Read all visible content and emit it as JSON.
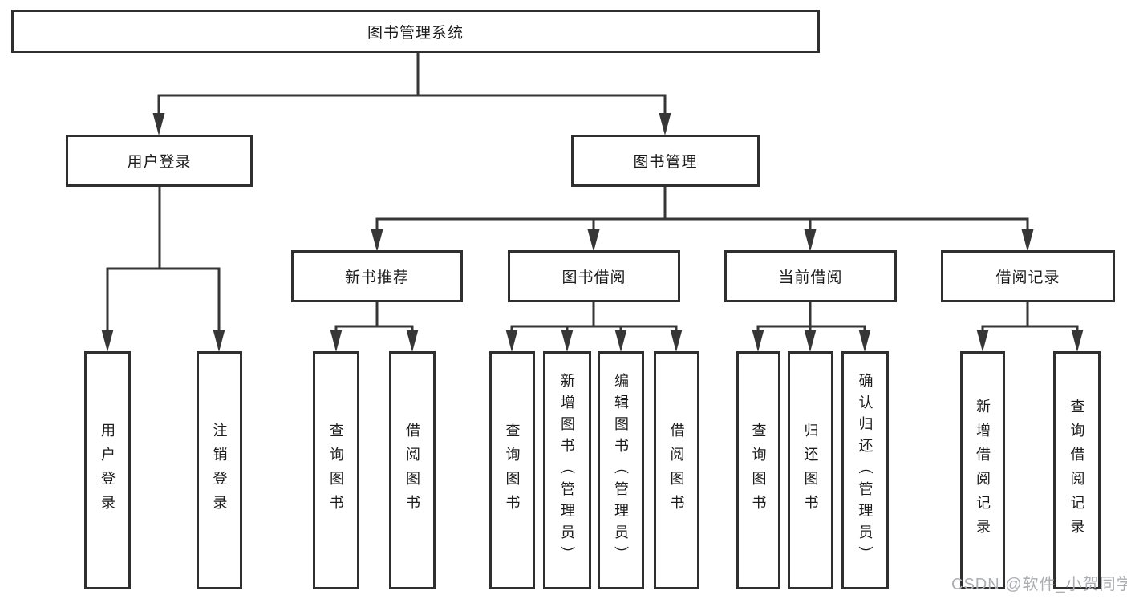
{
  "diagram": {
    "title": "图书管理系统",
    "root": "图书管理系统",
    "level2": {
      "user_login": "用户登录",
      "book_mgmt": "图书管理"
    },
    "level3": {
      "new_book_rec": "新书推荐",
      "book_borrow": "图书借阅",
      "current_borrow": "当前借阅",
      "borrow_record": "借阅记录"
    },
    "leaves": {
      "user_login": "用户登录",
      "logout": "注销登录",
      "query_book_1": "查询图书",
      "borrow_book_1": "借阅图书",
      "query_book_2": "查询图书",
      "add_book": "新增图书（管理员）",
      "edit_book": "编辑图书（管理员）",
      "borrow_book_2": "借阅图书",
      "query_book_3": "查询图书",
      "return_book": "归还图书",
      "confirm_return": "确认归还（管理员）",
      "add_record": "新增借阅记录",
      "query_record": "查询借阅记录"
    }
  },
  "watermark": "CSDN @软件_小贺同学",
  "colors": {
    "line": "#363636",
    "border": "#2f2f2f",
    "text": "#1c1c1c",
    "watermark": "#acaeb4",
    "background": "#ffffff"
  }
}
